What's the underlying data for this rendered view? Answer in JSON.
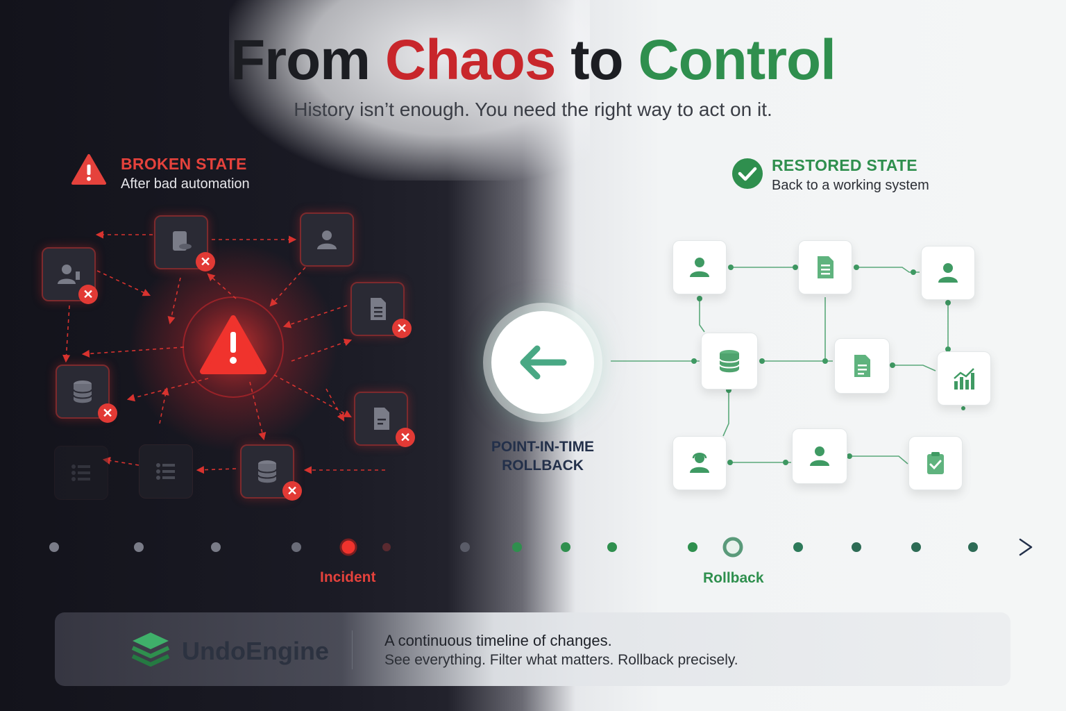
{
  "header": {
    "title_part1": "From ",
    "title_chaos": "Chaos",
    "title_part2": " to ",
    "title_control": "Control",
    "subtitle": "History isn’t enough. You need the right way to act on it."
  },
  "broken": {
    "title": "BROKEN STATE",
    "subtitle": "After bad automation",
    "icon": "warning-triangle-icon",
    "color": "#e5423c"
  },
  "restored": {
    "title": "RESTORED STATE",
    "subtitle": "Back to a working system",
    "icon": "check-circle-icon",
    "color": "#2f8f4e"
  },
  "rollback": {
    "label_line1": "POINT-IN-TIME",
    "label_line2": "ROLLBACK",
    "icon": "arrow-left-icon"
  },
  "timeline": {
    "incident_label": "Incident",
    "rollback_label": "Rollback"
  },
  "footer": {
    "brand": "UndoEngine",
    "brand_icon": "layers-logo-icon",
    "line1": "A continuous timeline of changes.",
    "line2": "See everything. Filter what matters. Rollback precisely."
  }
}
